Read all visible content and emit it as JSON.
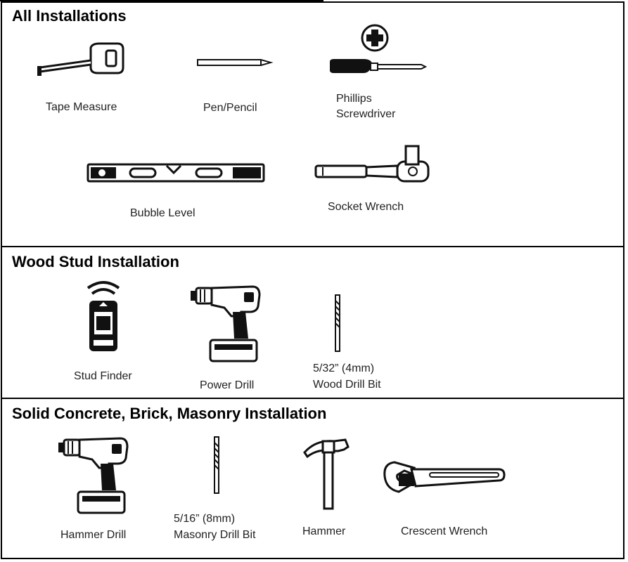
{
  "sections": [
    {
      "heading": "All Installations",
      "items": [
        {
          "label": "Tape Measure",
          "icon": "tape-measure-icon"
        },
        {
          "label": "Pen/Pencil",
          "icon": "pencil-icon"
        },
        {
          "label_lines": [
            "Phillips",
            "Screwdriver"
          ],
          "icon": "phillips-screwdriver-icon"
        },
        {
          "label": "Bubble Level",
          "icon": "bubble-level-icon"
        },
        {
          "label": "Socket Wrench",
          "icon": "socket-wrench-icon"
        }
      ]
    },
    {
      "heading": "Wood Stud Installation",
      "items": [
        {
          "label": "Stud Finder",
          "icon": "stud-finder-icon"
        },
        {
          "label": "Power Drill",
          "icon": "power-drill-icon"
        },
        {
          "label_lines": [
            "5/32” (4mm)",
            "Wood Drill Bit"
          ],
          "icon": "wood-drill-bit-icon"
        }
      ]
    },
    {
      "heading": "Solid Concrete, Brick, Masonry Installation",
      "items": [
        {
          "label": "Hammer Drill",
          "icon": "hammer-drill-icon"
        },
        {
          "label_lines": [
            "5/16” (8mm)",
            "Masonry Drill Bit"
          ],
          "icon": "masonry-drill-bit-icon"
        },
        {
          "label": "Hammer",
          "icon": "hammer-icon"
        },
        {
          "label": "Crescent Wrench",
          "icon": "crescent-wrench-icon"
        }
      ]
    }
  ]
}
